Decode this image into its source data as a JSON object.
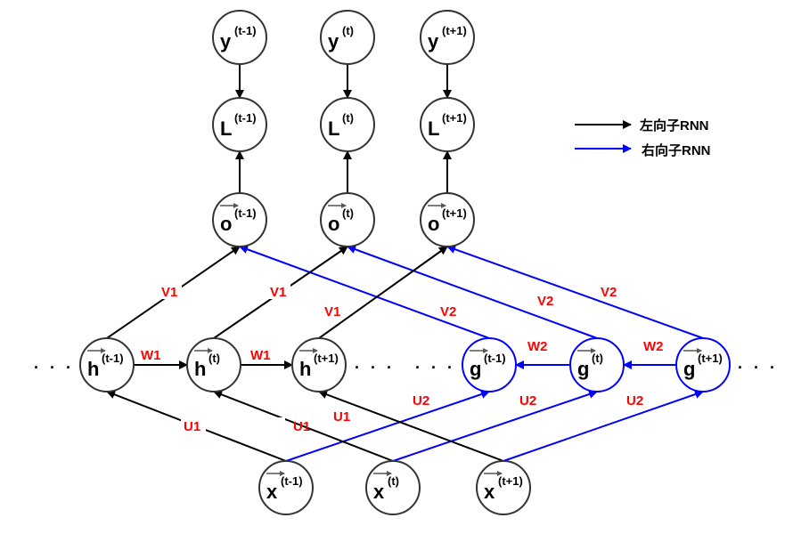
{
  "colors": {
    "forward": "#000000",
    "backward": "#0000ff",
    "edge_label": "#ff0000",
    "vector_arrow": "#555555"
  },
  "legend": {
    "items": [
      {
        "label": "左向子RNN",
        "color": "#000000"
      },
      {
        "label": "右向子RNN",
        "color": "#0000ff"
      }
    ]
  },
  "ellipsis": ". . .",
  "nodes": {
    "y": [
      {
        "base": "y",
        "sup": "(t-1)"
      },
      {
        "base": "y",
        "sup": "(t)"
      },
      {
        "base": "y",
        "sup": "(t+1)"
      }
    ],
    "L": [
      {
        "base": "L",
        "sup": "(t-1)"
      },
      {
        "base": "L",
        "sup": "(t)"
      },
      {
        "base": "L",
        "sup": "(t+1)"
      }
    ],
    "o": [
      {
        "base": "o",
        "sup": "(t-1)",
        "vector": true
      },
      {
        "base": "o",
        "sup": "(t)",
        "vector": true
      },
      {
        "base": "o",
        "sup": "(t+1)",
        "vector": true
      }
    ],
    "h": [
      {
        "base": "h",
        "sup": "(t-1)",
        "vector": true
      },
      {
        "base": "h",
        "sup": "(t)",
        "vector": true
      },
      {
        "base": "h",
        "sup": "(t+1)",
        "vector": true
      }
    ],
    "g": [
      {
        "base": "g",
        "sup": "(t-1)",
        "vector": true
      },
      {
        "base": "g",
        "sup": "(t)",
        "vector": true
      },
      {
        "base": "g",
        "sup": "(t+1)",
        "vector": true
      }
    ],
    "x": [
      {
        "base": "x",
        "sup": "(t-1)",
        "vector": true
      },
      {
        "base": "x",
        "sup": "(t)",
        "vector": true
      },
      {
        "base": "x",
        "sup": "(t+1)",
        "vector": true
      }
    ]
  },
  "edge_labels": {
    "V1": "V1",
    "V2": "V2",
    "W1": "W1",
    "W2": "W2",
    "U1": "U1",
    "U2": "U2"
  }
}
